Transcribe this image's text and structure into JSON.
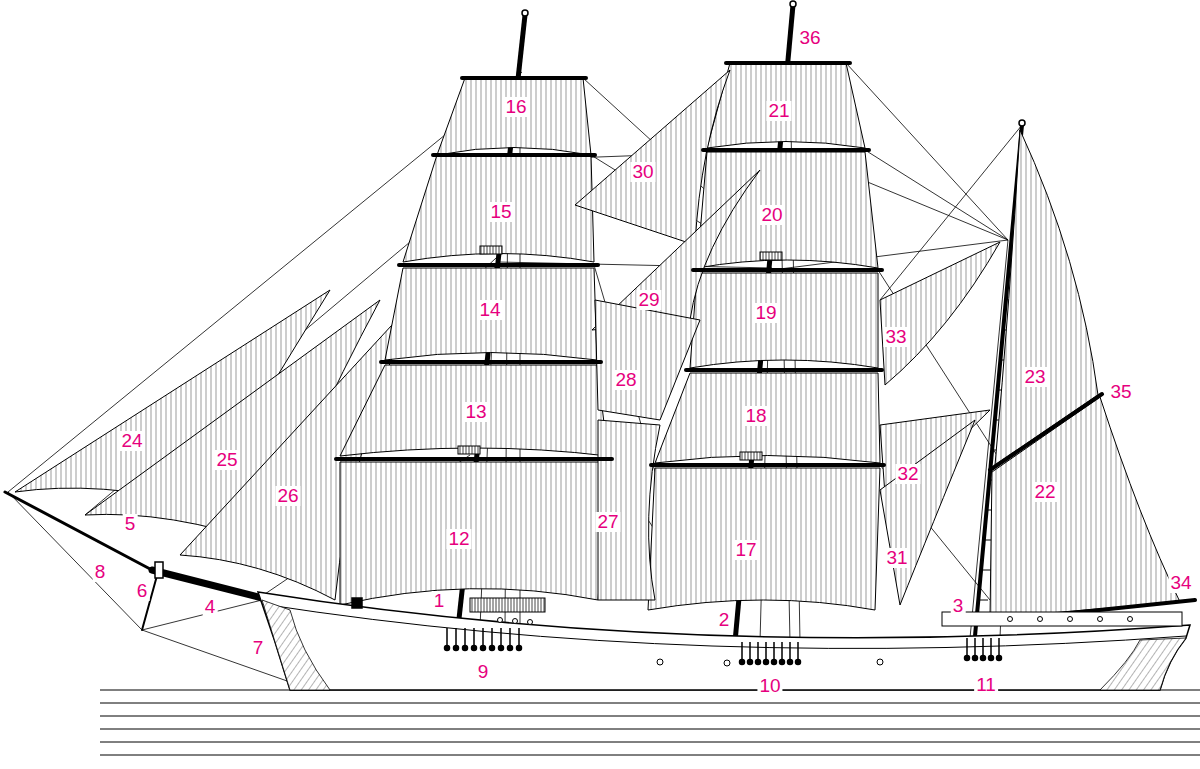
{
  "diagram": {
    "labels": [
      "1",
      "2",
      "3",
      "4",
      "5",
      "6",
      "7",
      "8",
      "9",
      "10",
      "11",
      "12",
      "13",
      "14",
      "15",
      "16",
      "17",
      "18",
      "19",
      "20",
      "21",
      "22",
      "23",
      "24",
      "25",
      "26",
      "27",
      "28",
      "29",
      "30",
      "31",
      "32",
      "33",
      "34",
      "35",
      "36"
    ]
  }
}
